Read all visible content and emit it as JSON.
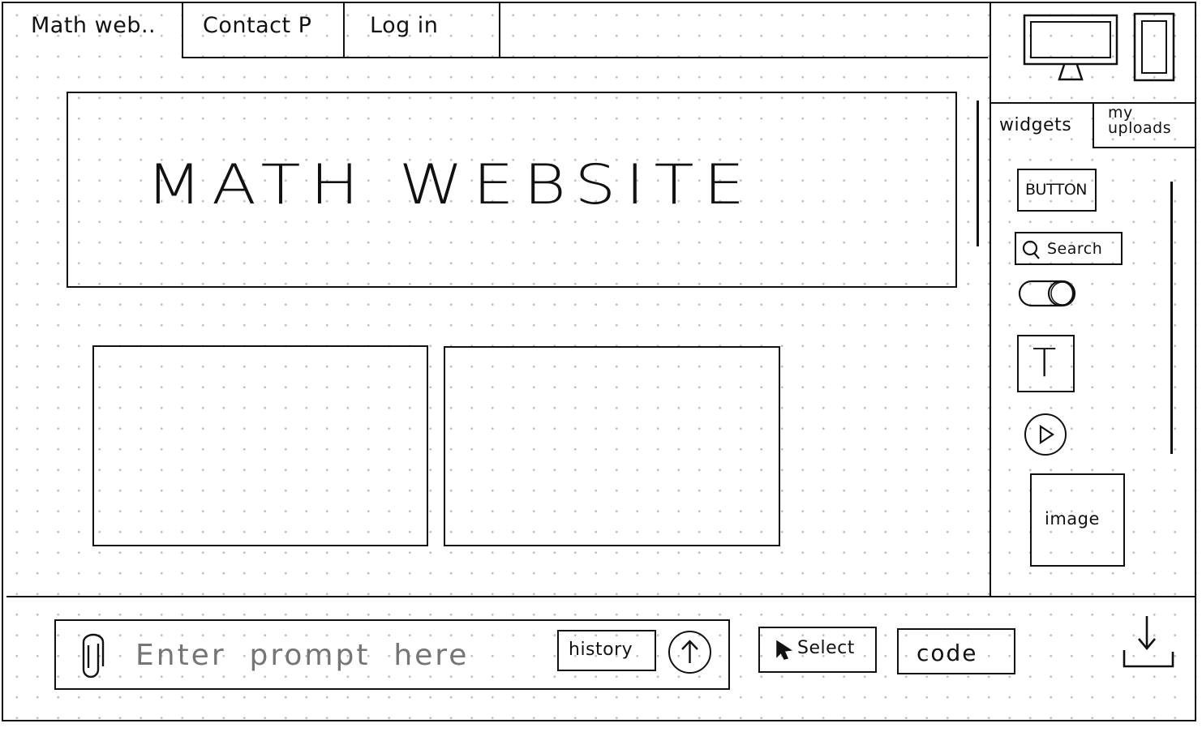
{
  "tabs": [
    {
      "label": "Math web.."
    },
    {
      "label": "Contact P"
    },
    {
      "label": "Log in"
    }
  ],
  "hero": {
    "title": "MATH  WEBSITE"
  },
  "panel": {
    "tabs": [
      {
        "label": "widgets"
      },
      {
        "label": "my uploads"
      }
    ],
    "widgets": {
      "button_label": "BUTTON",
      "search_label": "Search",
      "text_label": "T",
      "image_label": "image"
    }
  },
  "bottom": {
    "prompt_placeholder": "Enter  prompt  here",
    "history_label": "history",
    "select_label": "Select",
    "code_label": "code"
  },
  "icons": [
    "desktop-icon",
    "mobile-icon",
    "search-icon",
    "toggle-icon",
    "play-icon",
    "paperclip-icon",
    "send-arrow-icon",
    "cursor-icon",
    "download-icon"
  ]
}
